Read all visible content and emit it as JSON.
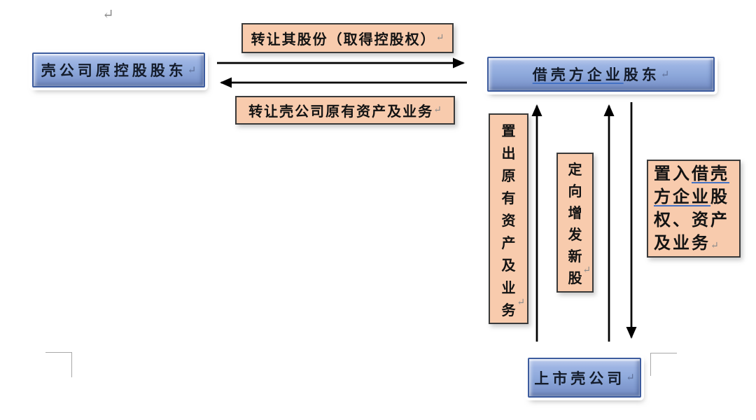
{
  "page": {
    "type": "word-document-shell-listing-diagram",
    "pilcrow": "↵"
  },
  "colors": {
    "node_fill": "#8ea9db",
    "node_border": "#3d5c9e",
    "label_fill": "#f8cbad",
    "label_border": "#3a3a3a",
    "arrow": "#000000",
    "hyperlink_underline": "#4472c4",
    "return_mark": "#8a8a8a",
    "margin_mark": "#a8a8a8"
  },
  "nodes": {
    "shell_shareholder": {
      "label": "壳公司原控股股东",
      "return_mark": "↵"
    },
    "acquirer_shareholder": {
      "label_underlined": "借壳方企业",
      "label_rest": "股东",
      "return_mark": "↵"
    },
    "listed_shell": {
      "label": "上市壳公司",
      "return_mark": "↵"
    }
  },
  "flow_labels": {
    "transfer_shares": {
      "text": "转让其股份（取得控股权）",
      "return_mark": "↵"
    },
    "transfer_assets": {
      "text": "转让壳公司原有资产及业务",
      "return_mark": "↵"
    },
    "divest_assets": {
      "text": "置出原有资产及业务",
      "return_mark": "↵"
    },
    "private_placement": {
      "text": "定向增发新股",
      "return_mark": "↵"
    },
    "inject_assets": {
      "prefix": "置入",
      "underlined": "借壳方企业",
      "suffix": "股权、资产及业务",
      "return_mark": "↵"
    }
  }
}
